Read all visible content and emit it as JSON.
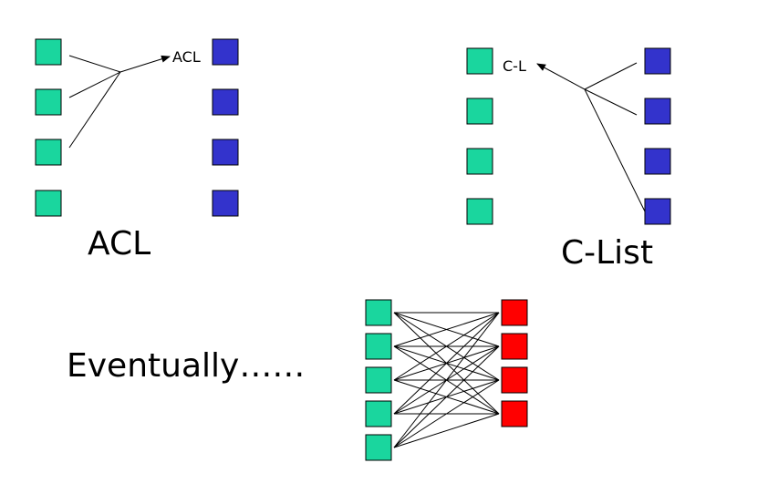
{
  "colors": {
    "subject": "#1ad69e",
    "object": "#3333cc",
    "resource": "#ff0000",
    "line": "#000000",
    "background": "#ffffff"
  },
  "acl_panel": {
    "inline_label": "ACL",
    "caption": "ACL"
  },
  "clist_panel": {
    "inline_label": "C-L",
    "caption": "C-List"
  },
  "eventually_panel": {
    "caption": "Eventually……"
  }
}
